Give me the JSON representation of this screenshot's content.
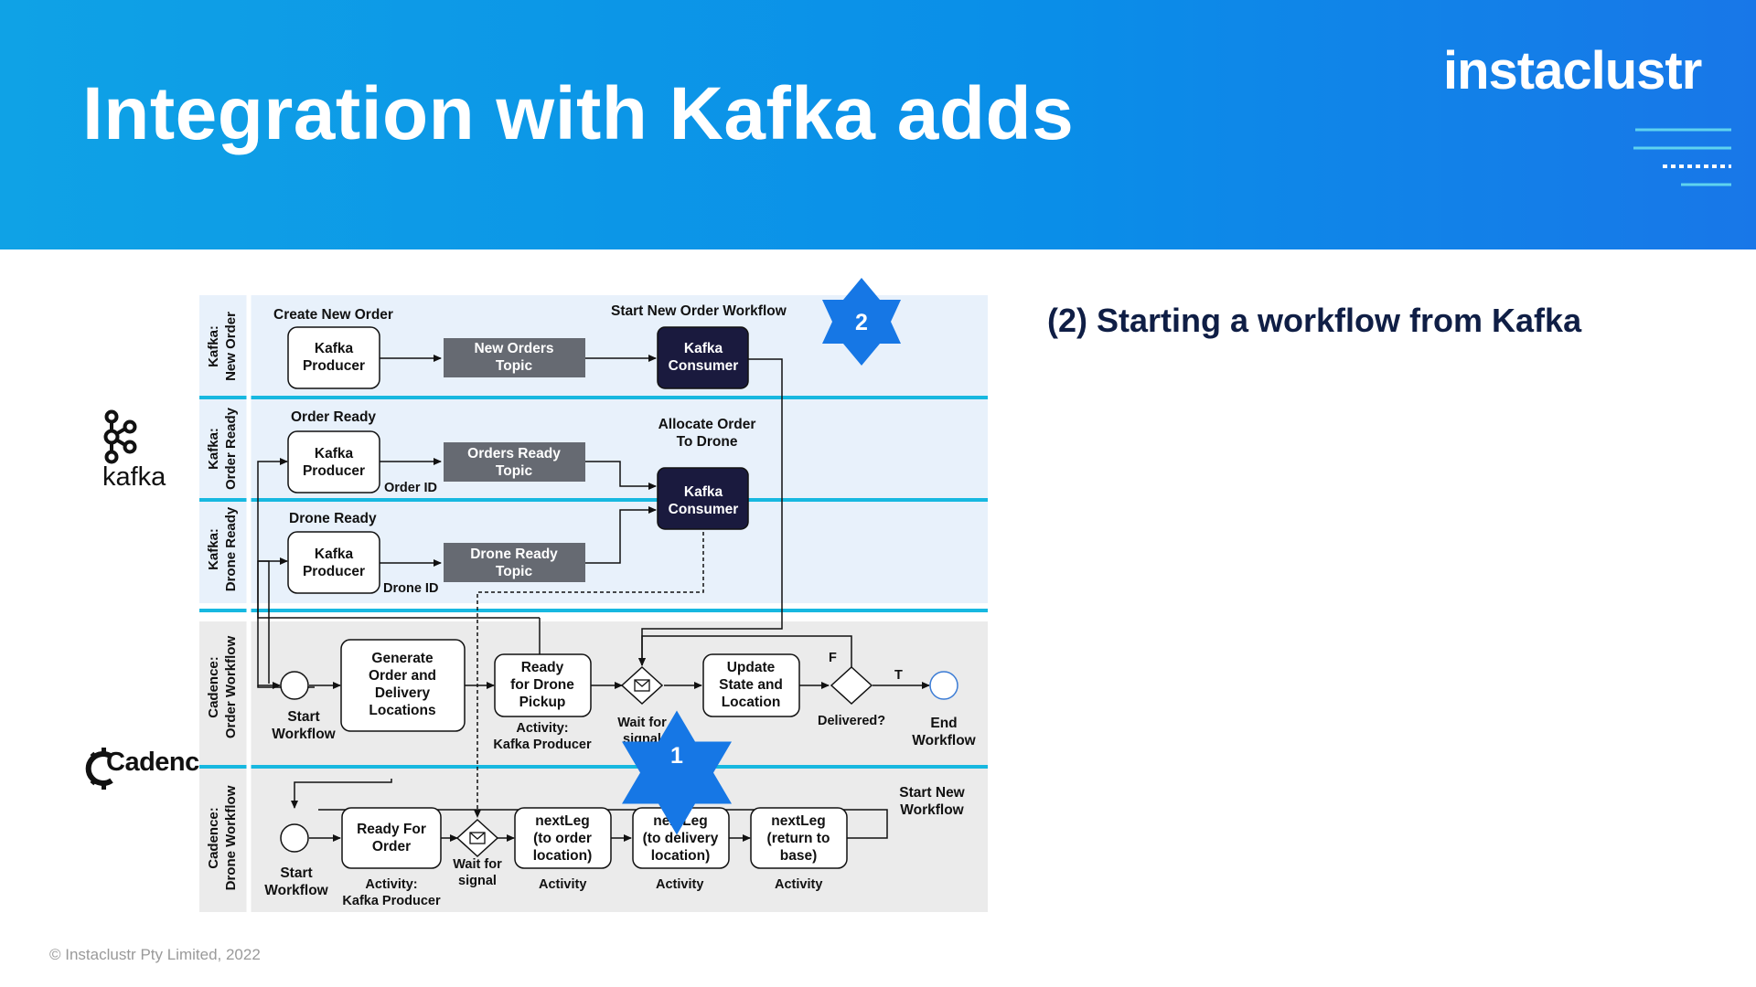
{
  "slide": {
    "title": "Integration with Kafka adds",
    "brand": "instaclustr",
    "subtitle": "(2) Starting a workflow from Kafka",
    "footer": "© Instaclustr Pty Limited, 2022",
    "colors": {
      "header": "#0a8ee8",
      "lane_rule": "#17b8e0",
      "dark_box": "#1a1a3e",
      "topic_box": "#666a72",
      "star": "#1677e5"
    }
  },
  "logos": {
    "kafka": "kafka",
    "cadence": "Cadence"
  },
  "lanes": [
    {
      "label": [
        "Kafka:",
        "New Order"
      ]
    },
    {
      "label": [
        "Kafka:",
        "Order Ready"
      ]
    },
    {
      "label": [
        "Kafka:",
        "Drone Ready"
      ]
    },
    {
      "label": [
        "Cadence:",
        "Order Workflow"
      ]
    },
    {
      "label": [
        "Cadence:",
        "Drone Workflow"
      ]
    }
  ],
  "nodes": {
    "producer1": [
      "Kafka",
      "Producer"
    ],
    "producer2": [
      "Kafka",
      "Producer"
    ],
    "producer3": [
      "Kafka",
      "Producer"
    ],
    "topic1": [
      "New Orders",
      "Topic"
    ],
    "topic2": [
      "Orders Ready",
      "Topic"
    ],
    "topic3": [
      "Drone Ready",
      "Topic"
    ],
    "consumer1": [
      "Kafka",
      "Consumer"
    ],
    "consumer2": [
      "Kafka",
      "Consumer"
    ],
    "generate": [
      "Generate",
      "Order and",
      "Delivery",
      "Locations"
    ],
    "readyPickup": [
      "Ready",
      "for Drone",
      "Pickup"
    ],
    "update": [
      "Update",
      "State and",
      "Location"
    ],
    "readyOrder": [
      "Ready For",
      "Order"
    ],
    "next1": [
      "nextLeg",
      "(to order",
      "location)"
    ],
    "next2": [
      "nextLeg",
      "(to delivery",
      "location)"
    ],
    "next3": [
      "nextLeg",
      "(return to",
      "base)"
    ]
  },
  "labels": {
    "createNewOrder": "Create New Order",
    "startNewOrderWorkflow": "Start New Order Workflow",
    "orderReady": "Order Ready",
    "allocate": [
      "Allocate Order",
      "To Drone"
    ],
    "orderId": "Order ID",
    "droneReady": "Drone Ready",
    "droneId": "Drone ID",
    "startWorkflow1": [
      "Start",
      "Workflow"
    ],
    "activity1": [
      "Activity:",
      "Kafka Producer"
    ],
    "waitSignal1": [
      "Wait for",
      "signal"
    ],
    "delivered": "Delivered?",
    "f": "F",
    "t": "T",
    "endWorkflow": [
      "End",
      "Workflow"
    ],
    "startWorkflow2": [
      "Start",
      "Workflow"
    ],
    "activity2": [
      "Activity:",
      "Kafka Producer"
    ],
    "waitSignal2": [
      "Wait for",
      "signal"
    ],
    "activity3": "Activity",
    "activity4": "Activity",
    "activity5": "Activity",
    "startNewWorkflow": [
      "Start New",
      "Workflow"
    ]
  },
  "stars": [
    {
      "number": "1"
    },
    {
      "number": "2"
    }
  ]
}
